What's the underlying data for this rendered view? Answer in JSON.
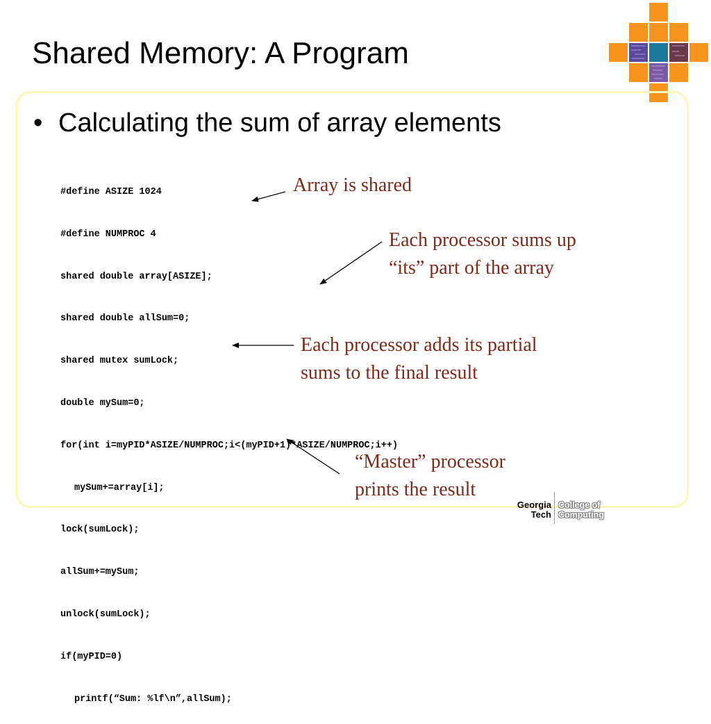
{
  "slide": {
    "title": "Shared Memory: A Program",
    "bullet": "Calculating the sum of array elements"
  },
  "code": [
    "#define ASIZE 1024",
    "#define NUMPROC 4",
    "shared double array[ASIZE];",
    "shared double allSum=0;",
    "shared mutex sumLock;",
    "double mySum=0;",
    "for(int i=myPID*ASIZE/NUMPROC;i<(myPID+1)*ASIZE/NUMPROC;i++)",
    "mySum+=array[i];",
    "lock(sumLock);",
    "allSum+=mySum;",
    "unlock(sumLock);",
    "if(myPID=0)",
    "printf(“Sum: %lf\\n”,allSum);"
  ],
  "annotations": {
    "array_shared": "Array is shared",
    "each_sums_1": "Each processor sums up",
    "each_sums_2": "“its” part of the array",
    "adds_partial_1": "Each processor adds its partial",
    "adds_partial_2": "sums to the final result",
    "master_1": "“Master” processor",
    "master_2": "prints the result"
  },
  "footer_logo": {
    "left_1": "Georgia",
    "left_2": "Tech",
    "right_1": "College of",
    "right_2": "Computing"
  },
  "colors": {
    "annotation": "#7a2b1a",
    "box_border": "#fbf7b4",
    "logo_orange": "#f7941d",
    "logo_teal": "#1b7a9e",
    "logo_purple": "#7b5aa6"
  }
}
